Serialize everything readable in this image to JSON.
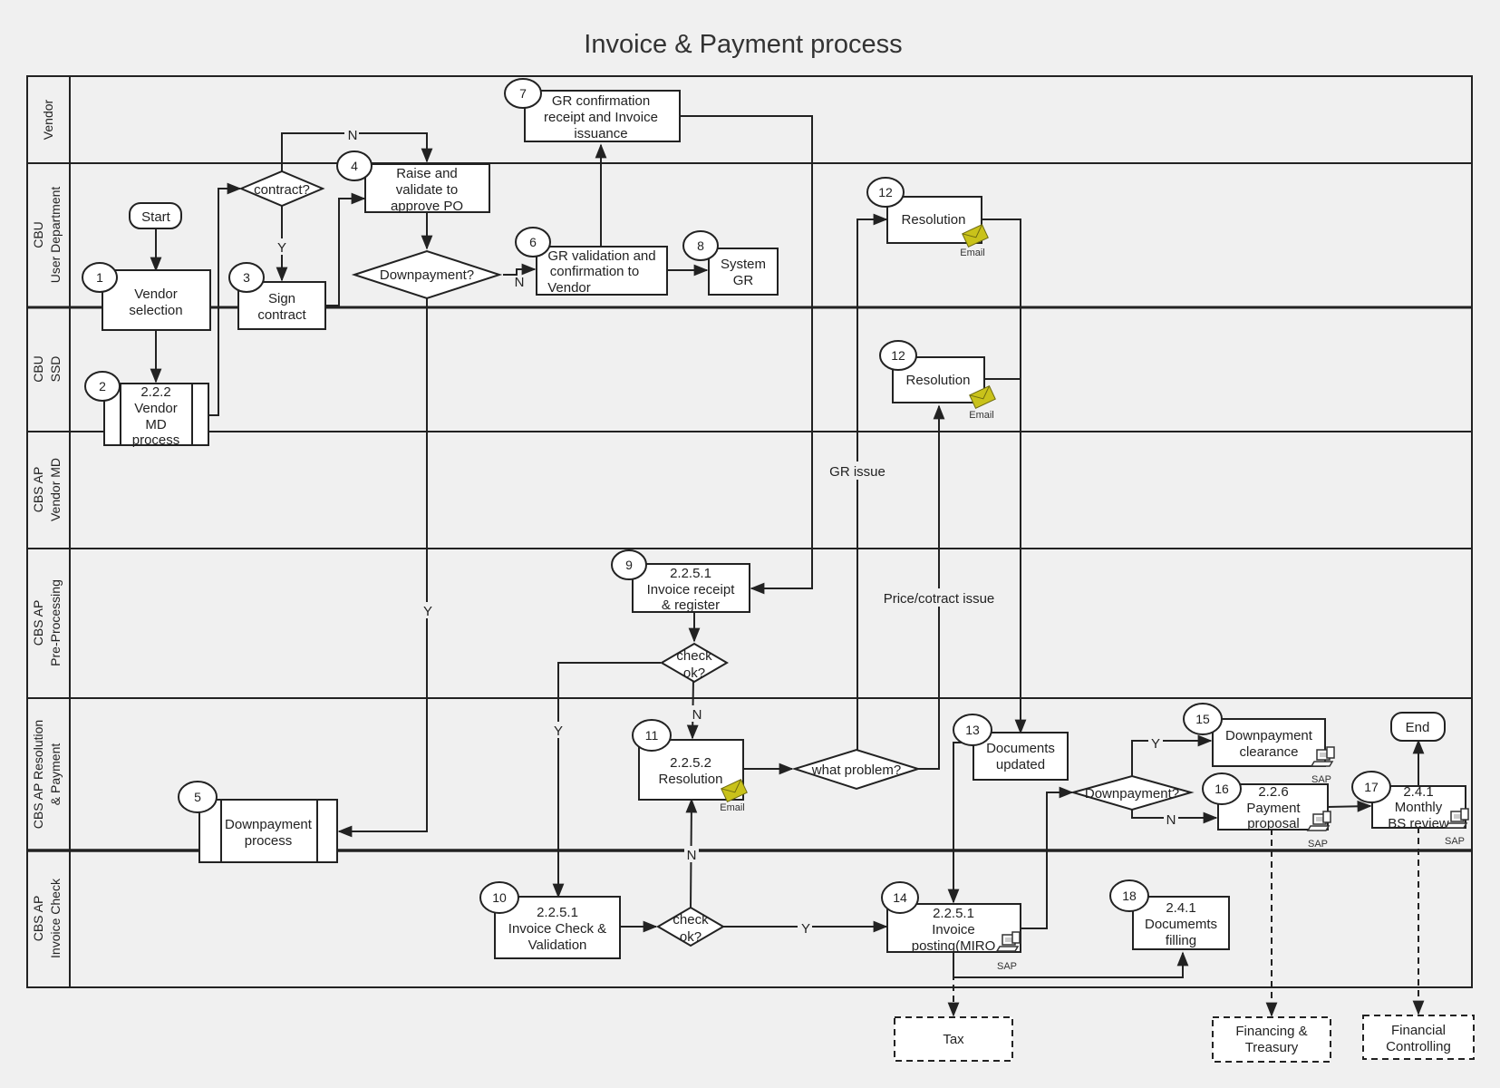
{
  "title": "Invoice & Payment process",
  "lanes": [
    {
      "line1": "Vendor",
      "line2": ""
    },
    {
      "line1": "CBU",
      "line2": "User Department"
    },
    {
      "line1": "CBU",
      "line2": "SSD"
    },
    {
      "line1": "CBS AP",
      "line2": "Vendor MD"
    },
    {
      "line1": "CBS AP",
      "line2": "Pre-Processing"
    },
    {
      "line1": "CBS AP Resolution",
      "line2": "& Payment"
    },
    {
      "line1": "CBS AP",
      "line2": "Invoice Check"
    }
  ],
  "terminals": {
    "start": "Start",
    "end": "End"
  },
  "nodes": {
    "n1": {
      "num": "1",
      "l1": "Vendor",
      "l2": "selection"
    },
    "n2": {
      "num": "2",
      "l1": "2.2.2",
      "l2": "Vendor",
      "l3": "MD",
      "l4": "process"
    },
    "n3": {
      "num": "3",
      "l1": "Sign",
      "l2": "contract"
    },
    "n4": {
      "num": "4",
      "l1": "Raise and",
      "l2": "validate to",
      "l3": "approve  PO"
    },
    "n5": {
      "num": "5",
      "l1": "Downpayment",
      "l2": "process"
    },
    "n6": {
      "num": "6",
      "l1": "GR validation and",
      "l2": "confirmation to",
      "l3": "Vendor"
    },
    "n7": {
      "num": "7",
      "l1": "GR confirmation",
      "l2": "receipt and Invoice",
      "l3": "issuance"
    },
    "n8": {
      "num": "8",
      "l1": "System",
      "l2": "GR"
    },
    "n9": {
      "num": "9",
      "l1": "2.2.5.1",
      "l2": "Invoice receipt",
      "l3": "& register"
    },
    "n10": {
      "num": "10",
      "l1": "2.2.5.1",
      "l2": "Invoice Check &",
      "l3": "Validation"
    },
    "n11": {
      "num": "11",
      "l1": "2.2.5.2",
      "l2": "Resolution"
    },
    "n12a": {
      "num": "12",
      "l1": "Resolution"
    },
    "n12b": {
      "num": "12",
      "l1": "Resolution"
    },
    "n13": {
      "num": "13",
      "l1": "Documents",
      "l2": "updated"
    },
    "n14": {
      "num": "14",
      "l1": "2.2.5.1",
      "l2": "Invoice",
      "l3": "posting(MIRO"
    },
    "n15": {
      "num": "15",
      "l1": "Downpayment",
      "l2": "clearance"
    },
    "n16": {
      "num": "16",
      "l1": "2.2.6",
      "l2": "Payment",
      "l3": "proposal"
    },
    "n17": {
      "num": "17",
      "l1": "2.4.1",
      "l2": "Monthly",
      "l3": "BS review"
    },
    "n18": {
      "num": "18",
      "l1": "2.4.1",
      "l2": "Documemts",
      "l3": "filling"
    }
  },
  "decisions": {
    "contract": "contract?",
    "dp1": "Downpayment?",
    "check1": {
      "l1": "check",
      "l2": "ok?"
    },
    "check2": {
      "l1": "check",
      "l2": "ok?"
    },
    "problem": "what problem?",
    "dp2": "Downpayment?"
  },
  "edge_labels": {
    "n_contract": "N",
    "y_contract": "Y",
    "n_dp1": "N",
    "y_dp1": "Y",
    "n_check1": "N",
    "y_check1": "Y",
    "n_check2": "N",
    "y_check2": "Y",
    "gr_issue": "GR issue",
    "price_issue": "Price/cotract issue",
    "y_dp2": "Y",
    "n_dp2": "N"
  },
  "icon_labels": {
    "email": "Email",
    "sap": "SAP"
  },
  "external": {
    "tax": "Tax",
    "ft": {
      "l1": "Financing &",
      "l2": "Treasury"
    },
    "fc": {
      "l1": "Financial",
      "l2": "Controlling"
    }
  }
}
